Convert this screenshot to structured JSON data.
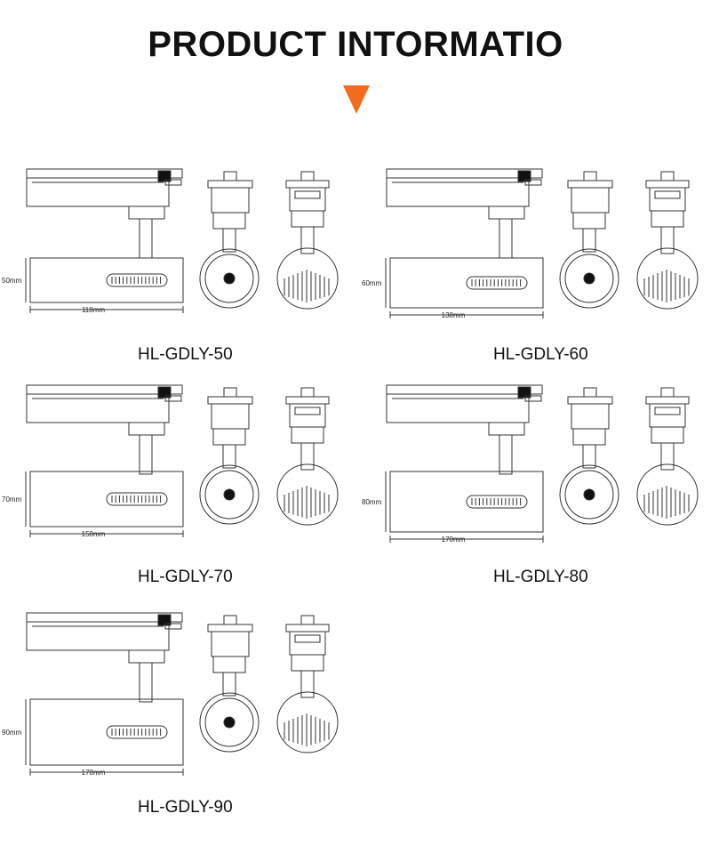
{
  "title": "PRODUCT INTORMATIO",
  "colors": {
    "accent": "#f36b1c",
    "line": "#333333"
  },
  "products": [
    {
      "model": "HL-GDLY-50",
      "height_label": "50mm",
      "width_label": "118mm",
      "body_scale": 0.5
    },
    {
      "model": "HL-GDLY-60",
      "height_label": "60mm",
      "width_label": "138mm",
      "body_scale": 0.6
    },
    {
      "model": "HL-GDLY-70",
      "height_label": "70mm",
      "width_label": "158mm",
      "body_scale": 0.7
    },
    {
      "model": "HL-GDLY-80",
      "height_label": "80mm",
      "width_label": "170mm",
      "body_scale": 0.8
    },
    {
      "model": "HL-GDLY-90",
      "height_label": "90mm",
      "width_label": "178mm",
      "body_scale": 0.9
    }
  ]
}
